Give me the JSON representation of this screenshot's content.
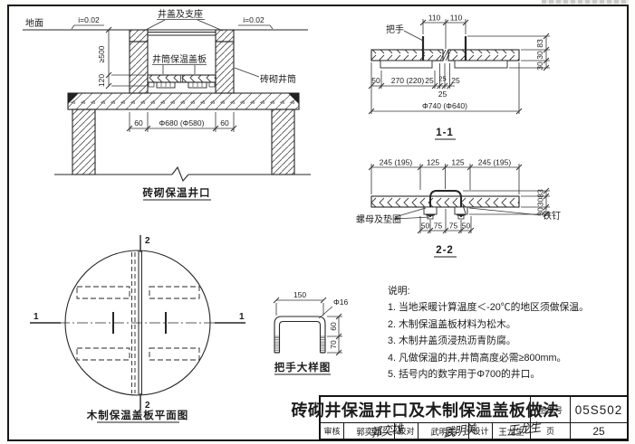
{
  "d1": {
    "title": "砖砌保温井口",
    "ground": "地面",
    "slope_l": "i=0.02",
    "slope_r": "i=0.02",
    "cover": "井盖及支座",
    "plate": "井筒保温盖板",
    "shaft": "砖砌井筒",
    "dim_depth": "≥500",
    "dim_plate": "120",
    "dim_l": "60",
    "dim_opening": "Φ680 (Φ580)",
    "dim_r": "60"
  },
  "d11": {
    "title": "1-1",
    "handle": "把手",
    "t1": "110",
    "t2": "110",
    "r1": "83",
    "r2": "30",
    "r3": "30",
    "b1": "50",
    "b2": "270 (220)",
    "b3": "25",
    "b4": "25",
    "b5": "25",
    "b6": "25",
    "overall": "Φ740 (Φ640)"
  },
  "d22": {
    "title": "2-2",
    "nut": "螺母及垫圈",
    "nail": "铁钉",
    "t1": "245 (195)",
    "t2": "125",
    "t3": "125",
    "t4": "245 (195)",
    "r1": "83",
    "r2": "30",
    "r3": "30",
    "b1": "50",
    "b2": "75",
    "b3": "75",
    "b4": "50"
  },
  "plan": {
    "title": "木制保温盖板平面图",
    "m1": "1",
    "m2": "2"
  },
  "handle": {
    "title": "把手大样图",
    "w": "150",
    "dia": "Φ16",
    "h1": "60",
    "h2": "70"
  },
  "notes": {
    "heading": "说明:",
    "items": [
      "1. 当地采暖计算温度＜-20℃的地区须做保温。",
      "2. 木制保温盖板材料为松木。",
      "3. 木制井盖须浸热沥青防腐。",
      "4. 凡做保温的井,井筒高度必需≥800mm。",
      "5. 括号内的数字用于Φ700的井口。"
    ]
  },
  "titleblock": {
    "title": "砖砌井保温井口及木制保温盖板做法",
    "atlas_label": "图集号",
    "atlas_no": "05S502",
    "page_label": "页",
    "page_no": "25",
    "reviewer_label": "审核",
    "reviewer_name": "郭奕雄",
    "reviewer_sig": "郭奕雄",
    "checker_label": "校对",
    "checker_name": "武明美",
    "checker_sig": "武明美",
    "designer_label": "设计",
    "designer_name": "王龙生",
    "designer_sig": "王龙生"
  }
}
